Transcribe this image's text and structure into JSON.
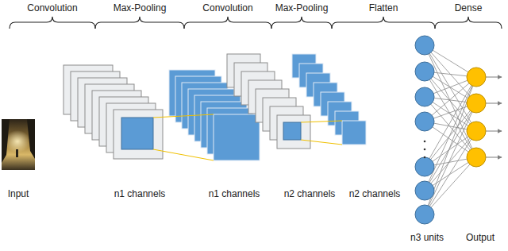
{
  "diagram": {
    "labels": [
      "Convolution",
      "Max-Pooling",
      "Convolution",
      "Max-Pooling",
      "Flatten",
      "Dense",
      "Input",
      "n1 channels",
      "n1 channels",
      "n2 channels",
      "n2 channels",
      "n3 units",
      "Output"
    ]
  }
}
